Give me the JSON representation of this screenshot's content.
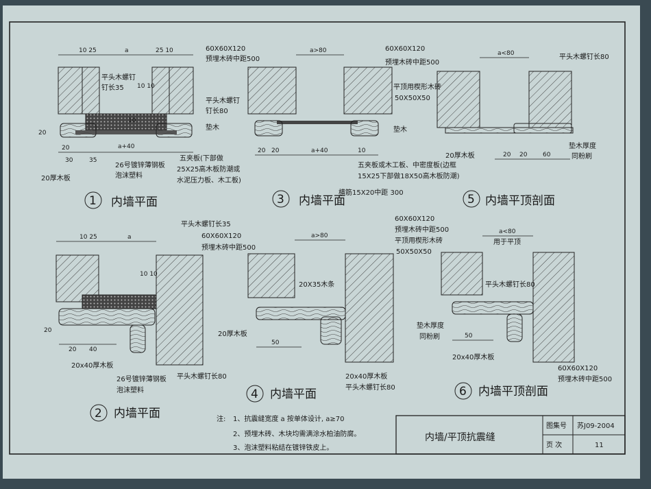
{
  "title_block": {
    "title": "内墙/平顶抗震缝",
    "atlas_label": "图集号",
    "atlas_no": "苏J09-2004",
    "page_label": "页  次",
    "page_no": "11"
  },
  "notes": {
    "prefix": "注:",
    "items": [
      "1、抗震缝宽度 a 按单体设计, a≥70",
      "2、预埋木砖、木块均需满涂水柏油防腐。",
      "3、泡沫塑料粘结在镀锌铁皮上。"
    ]
  },
  "details": [
    {
      "num": "1",
      "caption": "内墙平面",
      "labels": {
        "dims_top": "10 25",
        "a": "a",
        "dims_top_r": "25 10",
        "brick": "60X60X120",
        "brick2": "预埋木砖中距500",
        "screw1": "平头木螺钉",
        "screw1b": "钉长35",
        "d1010": "10 10",
        "screw2": "平头木螺钉",
        "screw2b": "钉长80",
        "pad": "垫木",
        "d20": "20",
        "d10": "10",
        "b20a": "20",
        "b30": "30",
        "b35": "35",
        "a40": "a+40",
        "board": "20厚木板",
        "steel": "26号镀锌薄钢板",
        "foam": "泡沫塑料",
        "ply1": "五夹板(下部做",
        "ply2": "25X25高木板防潮或",
        "ply3": "水泥压力板、木工板)"
      }
    },
    {
      "num": "2",
      "caption": "内墙平面",
      "labels": {
        "screw": "平头木螺钉长35",
        "brick": "60X60X120",
        "brick2": "预埋木砖中距500",
        "dims_top": "10 25",
        "a": "a",
        "d1010": "10 10",
        "d20": "20",
        "b20": "20",
        "b40": "40",
        "board": "20x40厚木板",
        "steel": "26号镀锌薄钢板",
        "foam": "泡沫塑料",
        "screw80": "平头木螺钉长80"
      }
    },
    {
      "num": "3",
      "caption": "内墙平面",
      "labels": {
        "a80": "a>80",
        "wedge1": "平顶用楔形木砖",
        "wedge2": "50X50X50",
        "pad": "垫木",
        "b20a": "20",
        "b20b": "20",
        "a40": "a+40",
        "d10": "10",
        "ply1": "五夹板或木工板、中密度板(边框",
        "ply2": "15X25下部做18X50高木板防潮)",
        "ply3": "横筋15X20中距 300"
      }
    },
    {
      "num": "4",
      "caption": "内墙平面",
      "labels": {
        "a80": "a>80",
        "strip": "20X35木条",
        "board": "20厚木板",
        "d50": "50",
        "board2": "20x40厚木板",
        "screw80": "平头木螺钉长80"
      }
    },
    {
      "num": "5",
      "caption": "内墙平顶剖面",
      "labels": {
        "brick": "60X60X120",
        "brick2": "预埋木砖中距500",
        "a80": "a<80",
        "screw80": "平头木螺钉长80",
        "board": "20厚木板",
        "d20a": "20",
        "d20b": "20",
        "d60": "60",
        "pad1": "垫木厚度",
        "pad2": "同粉刷"
      }
    },
    {
      "num": "6",
      "caption": "内墙平顶剖面",
      "labels": {
        "brick": "60X60X120",
        "brick2": "预埋木砖中距500",
        "wedge1": "平顶用楔形木砖",
        "wedge2": "50X50X50",
        "a80": "a<80",
        "use": "用于平顶",
        "screw80": "平头木螺钉长80",
        "pad1": "垫木厚度",
        "pad2": "同粉刷",
        "d50": "50",
        "board": "20x40厚木板",
        "brick3": "60X60X120",
        "brick4": "预埋木砖中距500"
      }
    }
  ]
}
